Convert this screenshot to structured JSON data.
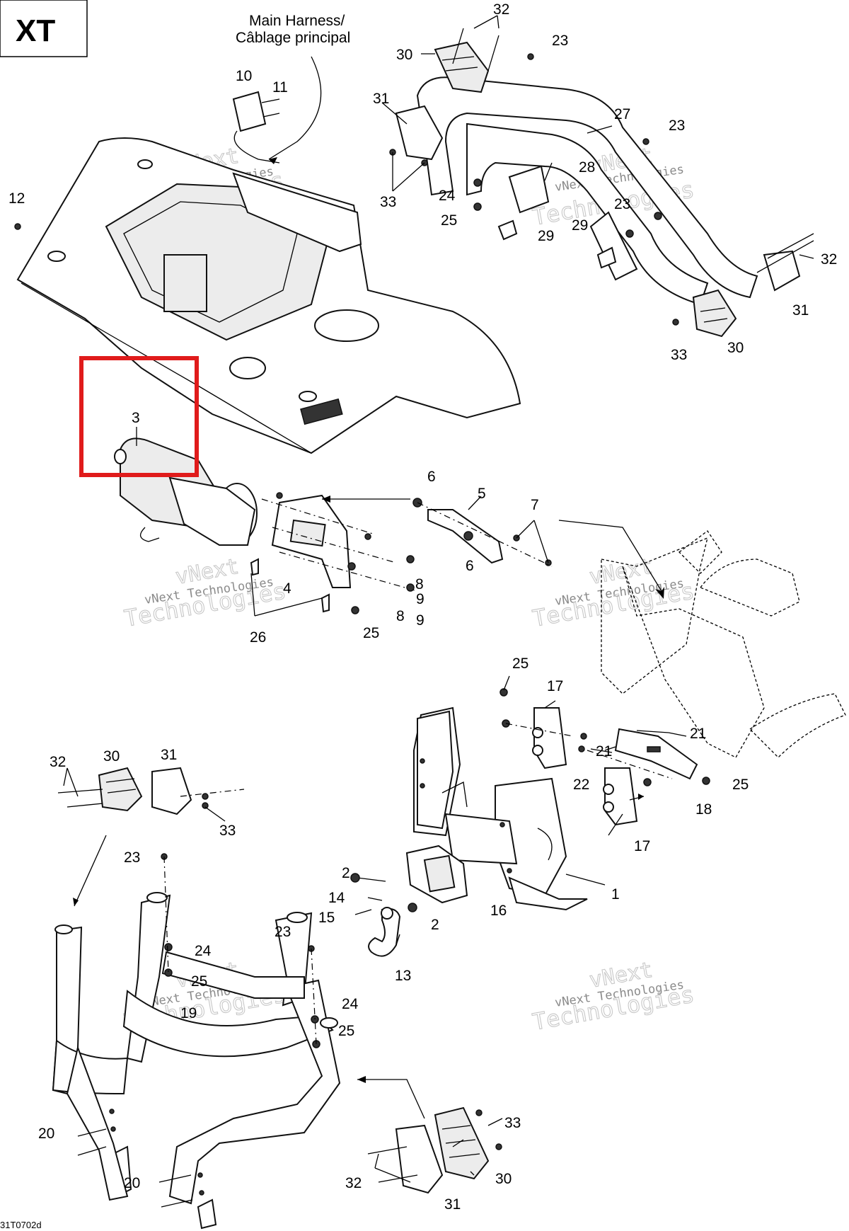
{
  "model_badge": "XT",
  "harness_callout": [
    "Main Harness/",
    "Câblage principal"
  ],
  "figure_code": "31T0702d",
  "watermark": [
    "vNext Technologies",
    "vNext",
    "Technologies"
  ],
  "highlight_color": "#e01b1b",
  "highlight_target": "3",
  "labels": [
    {
      "id": "l32a",
      "text": "32"
    },
    {
      "id": "l23a",
      "text": "23"
    },
    {
      "id": "l30a",
      "text": "30"
    },
    {
      "id": "l10",
      "text": "10"
    },
    {
      "id": "l11",
      "text": "11"
    },
    {
      "id": "l31a",
      "text": "31"
    },
    {
      "id": "l27",
      "text": "27"
    },
    {
      "id": "l23b",
      "text": "23"
    },
    {
      "id": "l28",
      "text": "28"
    },
    {
      "id": "l12",
      "text": "12"
    },
    {
      "id": "l24a",
      "text": "24"
    },
    {
      "id": "l33a",
      "text": "33"
    },
    {
      "id": "l23c",
      "text": "23"
    },
    {
      "id": "l25a",
      "text": "25"
    },
    {
      "id": "l29a",
      "text": "29"
    },
    {
      "id": "l29b",
      "text": "29"
    },
    {
      "id": "l32b",
      "text": "32"
    },
    {
      "id": "l31b",
      "text": "31"
    },
    {
      "id": "l33b",
      "text": "33"
    },
    {
      "id": "l30b",
      "text": "30"
    },
    {
      "id": "l3",
      "text": "3"
    },
    {
      "id": "l6a",
      "text": "6"
    },
    {
      "id": "l5",
      "text": "5"
    },
    {
      "id": "l7",
      "text": "7"
    },
    {
      "id": "l6b",
      "text": "6"
    },
    {
      "id": "l4",
      "text": "4"
    },
    {
      "id": "l8a",
      "text": "8"
    },
    {
      "id": "l9a",
      "text": "9"
    },
    {
      "id": "l8b",
      "text": "8"
    },
    {
      "id": "l9b",
      "text": "9"
    },
    {
      "id": "l26",
      "text": "26"
    },
    {
      "id": "l25b",
      "text": "25"
    },
    {
      "id": "l25c",
      "text": "25"
    },
    {
      "id": "l17a",
      "text": "17"
    },
    {
      "id": "l21a",
      "text": "21"
    },
    {
      "id": "l21b",
      "text": "21"
    },
    {
      "id": "l22",
      "text": "22"
    },
    {
      "id": "l25d",
      "text": "25"
    },
    {
      "id": "l18",
      "text": "18"
    },
    {
      "id": "l17b",
      "text": "17"
    },
    {
      "id": "l32c",
      "text": "32"
    },
    {
      "id": "l30c",
      "text": "30"
    },
    {
      "id": "l31c",
      "text": "31"
    },
    {
      "id": "l33c",
      "text": "33"
    },
    {
      "id": "l23d",
      "text": "23"
    },
    {
      "id": "l2a",
      "text": "2"
    },
    {
      "id": "l14",
      "text": "14"
    },
    {
      "id": "l15",
      "text": "15"
    },
    {
      "id": "l2b",
      "text": "2"
    },
    {
      "id": "l16",
      "text": "16"
    },
    {
      "id": "l1",
      "text": "1"
    },
    {
      "id": "l13",
      "text": "13"
    },
    {
      "id": "l24b",
      "text": "24"
    },
    {
      "id": "l25e",
      "text": "25"
    },
    {
      "id": "l23e",
      "text": "23"
    },
    {
      "id": "l24c",
      "text": "24"
    },
    {
      "id": "l25f",
      "text": "25"
    },
    {
      "id": "l19",
      "text": "19"
    },
    {
      "id": "l20a",
      "text": "20"
    },
    {
      "id": "l20b",
      "text": "20"
    },
    {
      "id": "l33d",
      "text": "33"
    },
    {
      "id": "l32d",
      "text": "32"
    },
    {
      "id": "l30d",
      "text": "30"
    },
    {
      "id": "l31d",
      "text": "31"
    }
  ]
}
